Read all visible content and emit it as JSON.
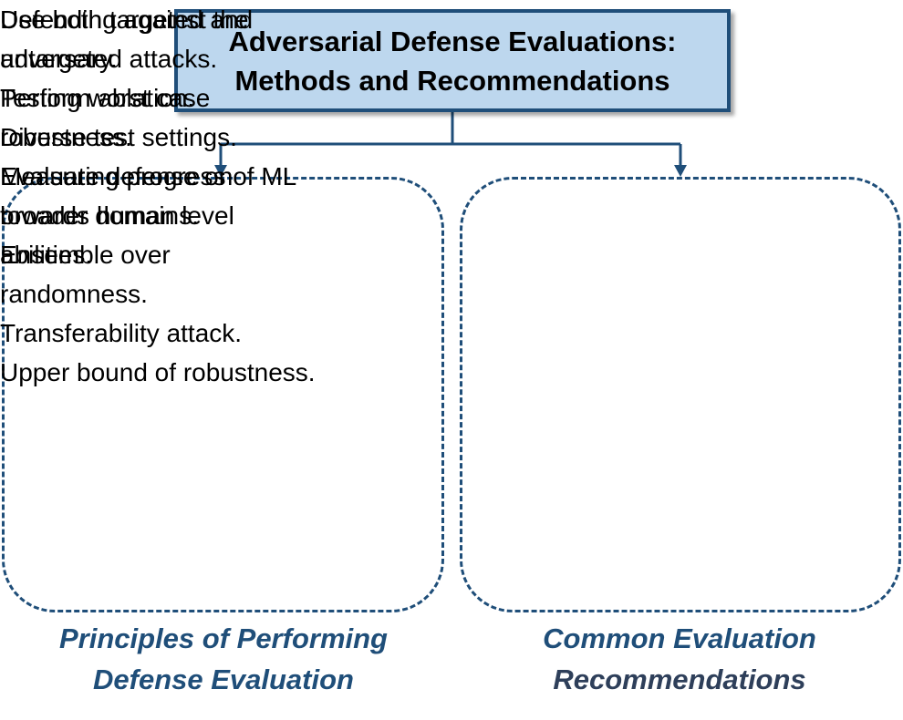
{
  "title": {
    "line1": "Adversarial Defense Evaluations:",
    "line2": "Methods and Recommendations"
  },
  "left_panel": {
    "items": [
      [
        "Defending against the",
        "adversary."
      ],
      [
        "Testing worst case",
        "robustness."
      ],
      [
        "Measuring progress of ML",
        "towards human level",
        "abilities."
      ]
    ],
    "caption": {
      "line1": "Principles of Performing",
      "line2": "Defense Evaluation"
    }
  },
  "right_panel": {
    "items": [
      [
        "Use both targeted and",
        "untargeted attacks."
      ],
      [
        "Perform ablation."
      ],
      [
        "Diverse test settings."
      ],
      [
        "Evaluate defense on",
        "broader domains."
      ],
      [
        "Ensemble over",
        "randomness."
      ],
      [
        "Transferability  attack."
      ],
      [
        "Upper bound of robustness."
      ]
    ],
    "caption": {
      "line1": "Common Evaluation",
      "line2": "Recommendations"
    }
  },
  "bullet_glyph": "•",
  "colors": {
    "title_fill": "#bdd7ee",
    "border": "#1f4e79",
    "caption": "#1f4e79",
    "connector": "#1f4e79"
  }
}
